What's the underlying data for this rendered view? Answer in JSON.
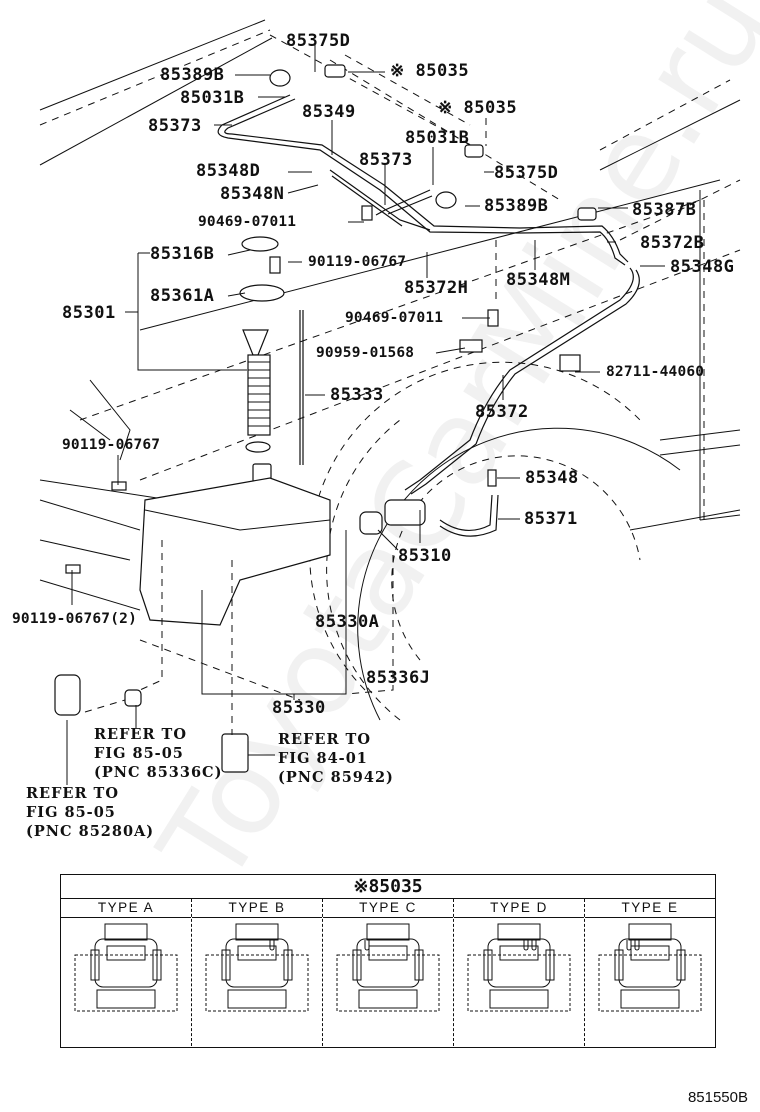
{
  "figure": {
    "id": "851550B",
    "watermark": "ToyotaCarMine.ru"
  },
  "callouts": [
    {
      "key": "85375D_top",
      "text": "85375D"
    },
    {
      "key": "85389B_top",
      "text": "85389B"
    },
    {
      "key": "85035_top",
      "text": "※ 85035"
    },
    {
      "key": "85031B_top",
      "text": "85031B"
    },
    {
      "key": "85035_mid",
      "text": "※ 85035"
    },
    {
      "key": "85373_left",
      "text": "85373"
    },
    {
      "key": "85349",
      "text": "85349"
    },
    {
      "key": "85031B_mid",
      "text": "85031B"
    },
    {
      "key": "85348D",
      "text": "85348D"
    },
    {
      "key": "85373_mid",
      "text": "85373"
    },
    {
      "key": "85375D_mid",
      "text": "85375D"
    },
    {
      "key": "85348N",
      "text": "85348N"
    },
    {
      "key": "85389B_mid",
      "text": "85389B"
    },
    {
      "key": "85387B",
      "text": "85387B"
    },
    {
      "key": "90469-07011_a",
      "text": "90469-07011"
    },
    {
      "key": "85372B",
      "text": "85372B"
    },
    {
      "key": "85316B",
      "text": "85316B"
    },
    {
      "key": "90119-06767_a",
      "text": "90119-06767"
    },
    {
      "key": "85348M",
      "text": "85348M"
    },
    {
      "key": "85348G",
      "text": "85348G"
    },
    {
      "key": "85372H",
      "text": "85372H"
    },
    {
      "key": "85301",
      "text": "85301"
    },
    {
      "key": "85361A",
      "text": "85361A"
    },
    {
      "key": "90469-07011_b",
      "text": "90469-07011"
    },
    {
      "key": "90959-01568",
      "text": "90959-01568"
    },
    {
      "key": "82711-44060",
      "text": "82711-44060"
    },
    {
      "key": "85333",
      "text": "85333"
    },
    {
      "key": "85372",
      "text": "85372"
    },
    {
      "key": "90119-06767_b",
      "text": "90119-06767"
    },
    {
      "key": "85348",
      "text": "85348"
    },
    {
      "key": "85371",
      "text": "85371"
    },
    {
      "key": "85310",
      "text": "85310"
    },
    {
      "key": "90119-06767_2",
      "text": "90119-06767(2)"
    },
    {
      "key": "85330A",
      "text": "85330A"
    },
    {
      "key": "85336J",
      "text": "85336J"
    },
    {
      "key": "85330",
      "text": "85330"
    }
  ],
  "references": [
    {
      "key": "ref_85336C",
      "text": "REFER TO\nFIG 85-05\n(PNC 85336C)"
    },
    {
      "key": "ref_85942",
      "text": "REFER TO\nFIG 84-01\n(PNC 85942)"
    },
    {
      "key": "ref_85280A",
      "text": "REFER TO\nFIG 85-05\n(PNC 85280A)"
    }
  ],
  "type_table": {
    "title": "※85035",
    "columns": [
      {
        "label": "TYPE A",
        "slots": 0
      },
      {
        "label": "TYPE B",
        "slots": 1
      },
      {
        "label": "TYPE C",
        "slots": 1
      },
      {
        "label": "TYPE D",
        "slots": 2
      },
      {
        "label": "TYPE E",
        "slots": 2
      }
    ]
  }
}
